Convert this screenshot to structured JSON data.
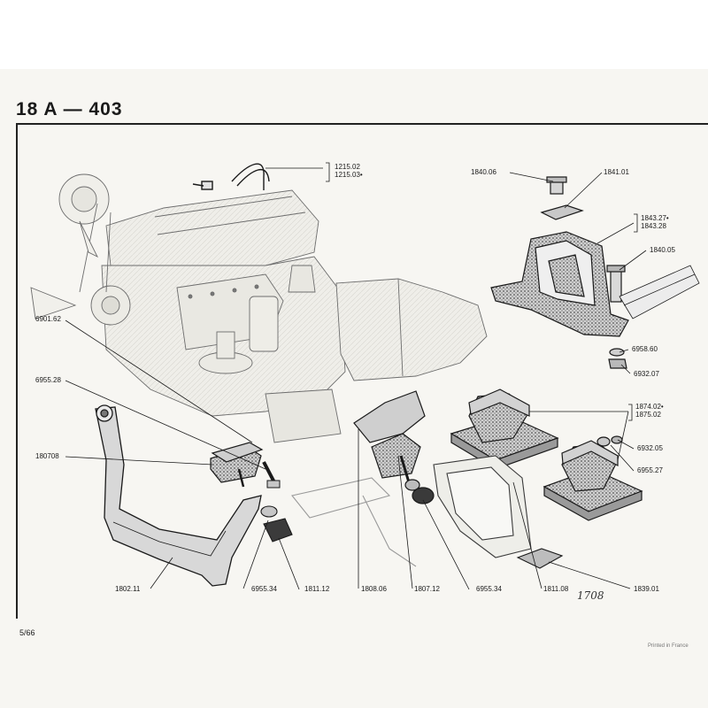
{
  "header": {
    "title": "18 A  —  403"
  },
  "footer": {
    "page": "5/66",
    "printed": "Printed in France"
  },
  "handwritten_note": "1708",
  "callouts": [
    {
      "id": "c1215",
      "lines": [
        "1215.02",
        "1215.03•"
      ]
    },
    {
      "id": "c184006",
      "lines": [
        "1840.06"
      ]
    },
    {
      "id": "c184101",
      "lines": [
        "1841.01"
      ]
    },
    {
      "id": "c1843",
      "lines": [
        "1843.27•",
        "1843.28"
      ]
    },
    {
      "id": "c184005",
      "lines": [
        "1840.05"
      ]
    },
    {
      "id": "c695860",
      "lines": [
        "6958.60"
      ]
    },
    {
      "id": "c693207",
      "lines": [
        "6932.07"
      ]
    },
    {
      "id": "c1874",
      "lines": [
        "1874.02•",
        "1875.02"
      ]
    },
    {
      "id": "c693205",
      "lines": [
        "6932.05"
      ]
    },
    {
      "id": "c695527",
      "lines": [
        "6955.27"
      ]
    },
    {
      "id": "c690162",
      "lines": [
        "6901.62"
      ]
    },
    {
      "id": "c695528",
      "lines": [
        "6955.28"
      ]
    },
    {
      "id": "c180708",
      "lines": [
        "180708"
      ]
    },
    {
      "id": "c180211",
      "lines": [
        "1802.11"
      ]
    },
    {
      "id": "c695534a",
      "lines": [
        "6955.34"
      ]
    },
    {
      "id": "c181112",
      "lines": [
        "1811.12"
      ]
    },
    {
      "id": "c180806",
      "lines": [
        "1808.06"
      ]
    },
    {
      "id": "c180712",
      "lines": [
        "1807.12"
      ]
    },
    {
      "id": "c695534b",
      "lines": [
        "6955.34"
      ]
    },
    {
      "id": "c181108",
      "lines": [
        "1811.08"
      ]
    },
    {
      "id": "c183901",
      "lines": [
        "1839.01"
      ]
    }
  ],
  "colors": {
    "ink": "#1a1a1a",
    "paper": "#f7f6f2",
    "shade": "#8a8a8a"
  }
}
